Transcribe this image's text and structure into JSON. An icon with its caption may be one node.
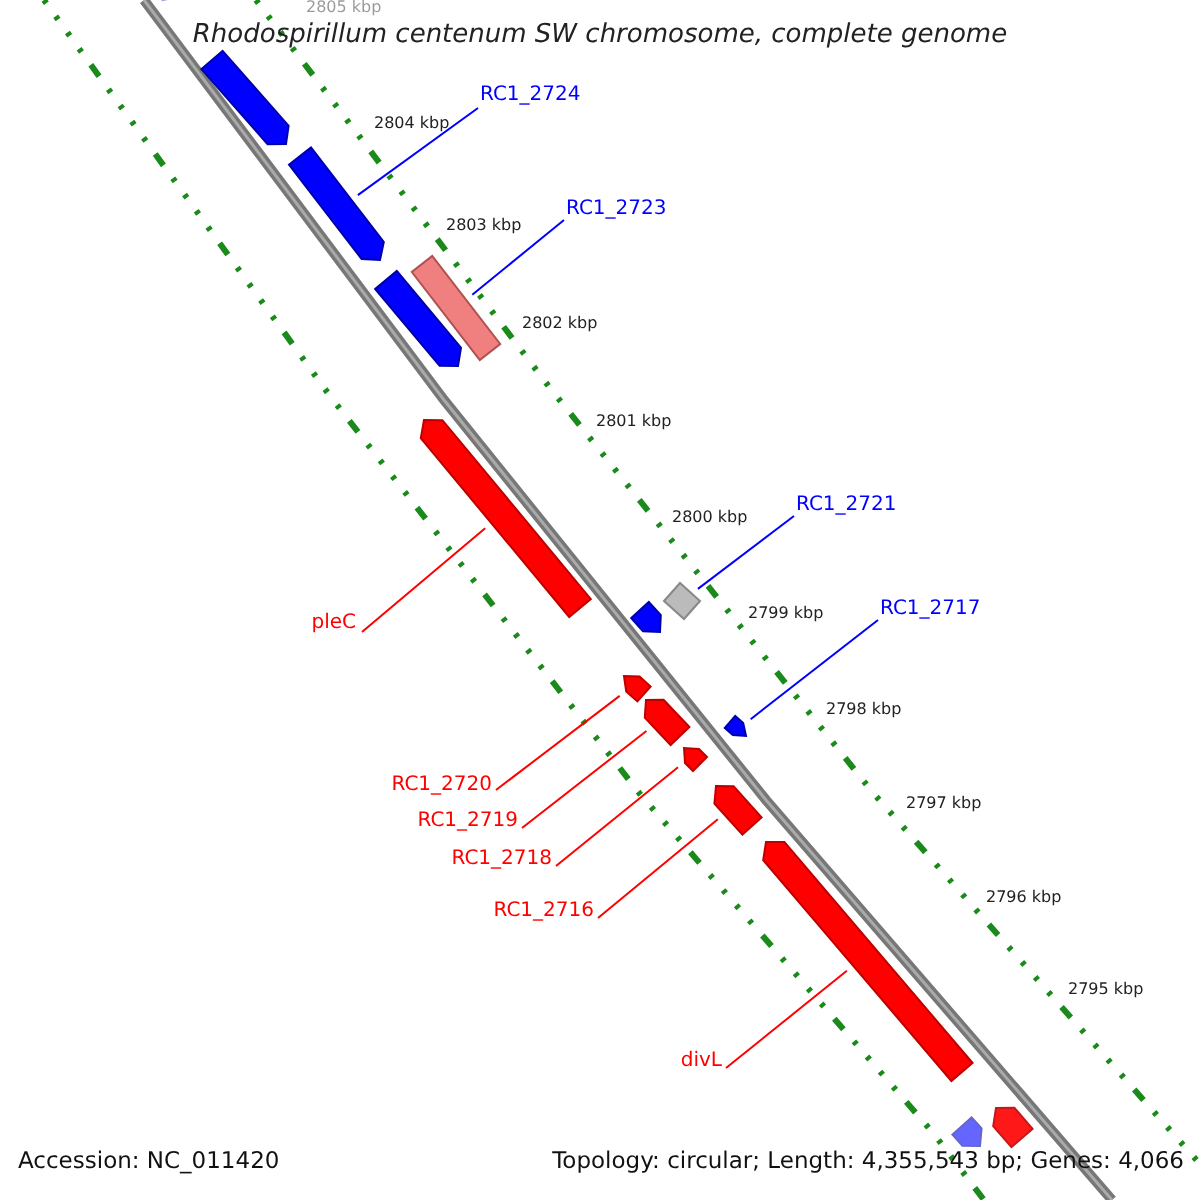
{
  "diagram": {
    "title": "Rhodospirillum centenum SW chromosome, complete genome",
    "nodes": [
      {
        "text": [],
        "shape": "arrow"
      },
      {
        "text": [],
        "shape": "arrow"
      },
      {
        "text": [
          "RC1_2724"
        ]
      },
      {
        "text": [],
        "shape": "arrow"
      },
      {
        "text": [
          "RC1_2723"
        ]
      },
      {
        "text": [],
        "shape": "arrow"
      },
      {
        "text": [],
        "shape": "arrow"
      },
      {
        "text": [],
        "shape": "arrow"
      },
      {
        "text": [
          "RC1_2721"
        ]
      },
      {
        "text": [],
        "shape": "arrow"
      },
      {
        "text": [
          "RC1_2717"
        ]
      },
      {
        "text": [],
        "shape": "arrow"
      },
      {
        "text": [
          "pleC"
        ]
      },
      {
        "text": [],
        "shape": "arrow"
      },
      {
        "text": [],
        "shape": "arrow"
      },
      {
        "text": [],
        "shape": "arrow"
      },
      {
        "text": [],
        "shape": "arrow"
      },
      {
        "text": [
          "RC1_2720"
        ]
      },
      {
        "text": [],
        "shape": "arrow"
      },
      {
        "text": [
          "RC1_2719"
        ]
      },
      {
        "text": [
          "RC1_2718"
        ]
      },
      {
        "text": [
          "RC1_2716"
        ]
      },
      {
        "text": [],
        "shape": "arrow"
      },
      {
        "text": [
          "divL"
        ]
      },
      {
        "text": [],
        "shape": "arrow"
      },
      {
        "text": [],
        "shape": "arrow"
      }
    ],
    "edges": [
      {
        "from": 2,
        "to": 3,
        "arrow": "none",
        "color": "#0000ff"
      },
      {
        "from": 4,
        "to": 5,
        "arrow": "none",
        "color": "#0000ff"
      },
      {
        "from": 8,
        "to": 9,
        "arrow": "none",
        "color": "#0000ff"
      },
      {
        "from": 10,
        "to": 15,
        "arrow": "none",
        "color": "#0000ff"
      },
      {
        "from": 12,
        "to": 7,
        "arrow": "none"
      },
      {
        "from": 17,
        "to": 13,
        "arrow": "none"
      },
      {
        "from": 19,
        "to": 14,
        "arrow": "none"
      },
      {
        "from": 20,
        "to": 16,
        "arrow": "none"
      },
      {
        "from": 21,
        "to": 18,
        "arrow": "none"
      },
      {
        "from": 23,
        "to": 22,
        "arrow": "none"
      }
    ],
    "labels": [
      "2805 kbp",
      "2804 kbp",
      "2803 kbp",
      "2802 kbp",
      "2801 kbp",
      "2800 kbp",
      "2799 kbp",
      "2798 kbp",
      "2797 kbp",
      "2796 kbp",
      "2795 kbp",
      "Accession: NC_011420",
      "Topology: circular; Length: 4,355,543 bp; Genes: 4,066"
    ]
  }
}
